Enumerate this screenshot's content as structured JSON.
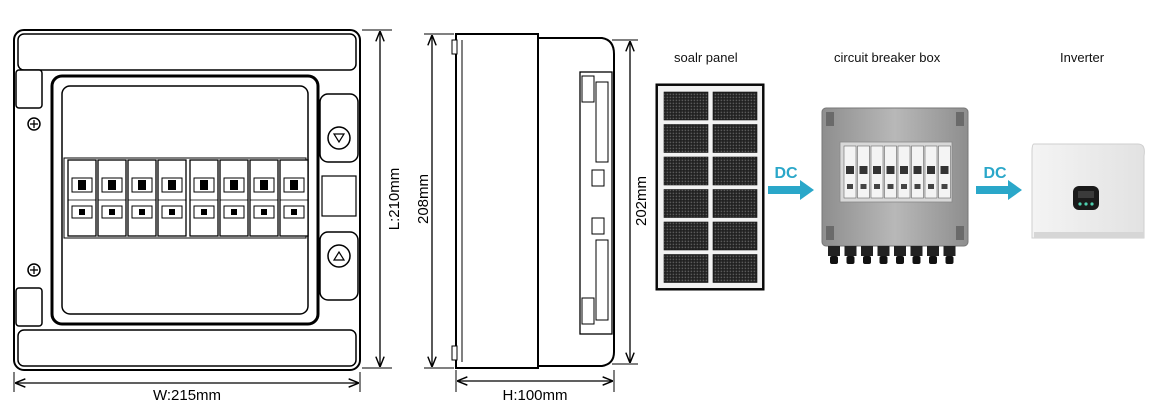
{
  "dimensions": {
    "width": "W:215mm",
    "length": "L:210mm",
    "height": "H:100mm",
    "side_height": "208mm",
    "side_inner_height": "202mm"
  },
  "flow": {
    "solar_panel_label": "soalr panel",
    "breaker_box_label": "circuit breaker box",
    "inverter_label": "Inverter",
    "arrow1_label": "DC",
    "arrow2_label": "DC"
  },
  "colors": {
    "arrow": "#2aa7c9",
    "line": "#000000",
    "breaker_box_body": "#a9a9a9",
    "solar_cell": "#2a2a2a",
    "inverter_display": "#1a1a1a"
  }
}
